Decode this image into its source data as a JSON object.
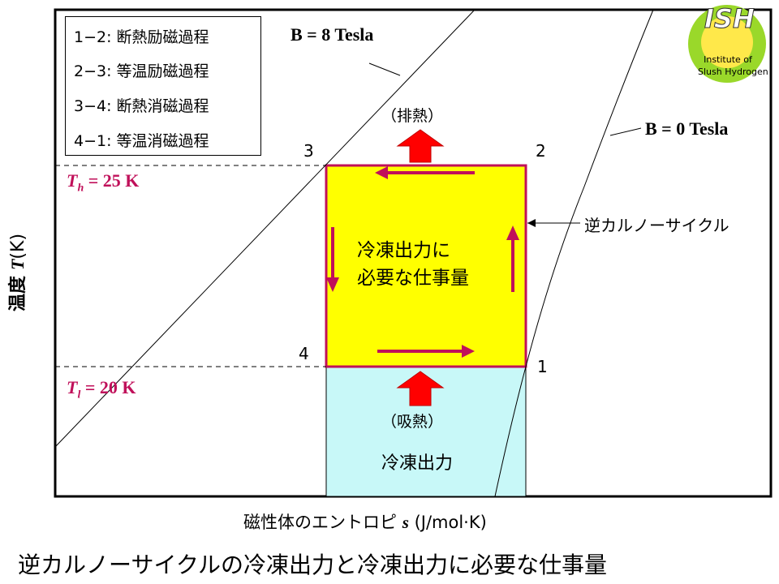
{
  "legend": [
    "1−2: 断熱励磁過程",
    "2−3: 等温励磁過程",
    "3−4: 断熱消磁過程",
    "4−1: 等温消磁過程"
  ],
  "labels": {
    "b8": "B = 8 Tesla",
    "b0": "B = 0 Tesla",
    "th_sym": "T",
    "th_sub": "h",
    "th_val": "= 25 K",
    "tl_sym": "T",
    "tl_sub": "l",
    "tl_val": "= 20 K",
    "p1": "1",
    "p2": "2",
    "p3": "3",
    "p4": "4",
    "exhaust": "（排熱）",
    "absorb": "（吸熱）",
    "work": "冷凍出力に必要な仕事量",
    "work_line1": "冷凍出力に",
    "work_line2": "必要な仕事量",
    "output": "冷凍出力",
    "cycle": "逆カルノーサイクル"
  },
  "axes": {
    "ylabel_prefix": "温度",
    "ylabel_sym": "T",
    "ylabel_unit": "(K)",
    "xlabel_prefix": "磁性体のエントロピ",
    "xlabel_sym": "s",
    "xlabel_unit": "(J/mol·K)"
  },
  "caption": "逆カルノーサイクルの冷凍出力と冷凍出力に必要な仕事量",
  "logo": {
    "abbr": "ISH",
    "line1": "Institute of",
    "line2": "Slush Hydrogen"
  },
  "colors": {
    "work": "#ffff00",
    "output": "#c8f8f8",
    "accent": "#c0105a",
    "arrow": "#ff0000"
  }
}
